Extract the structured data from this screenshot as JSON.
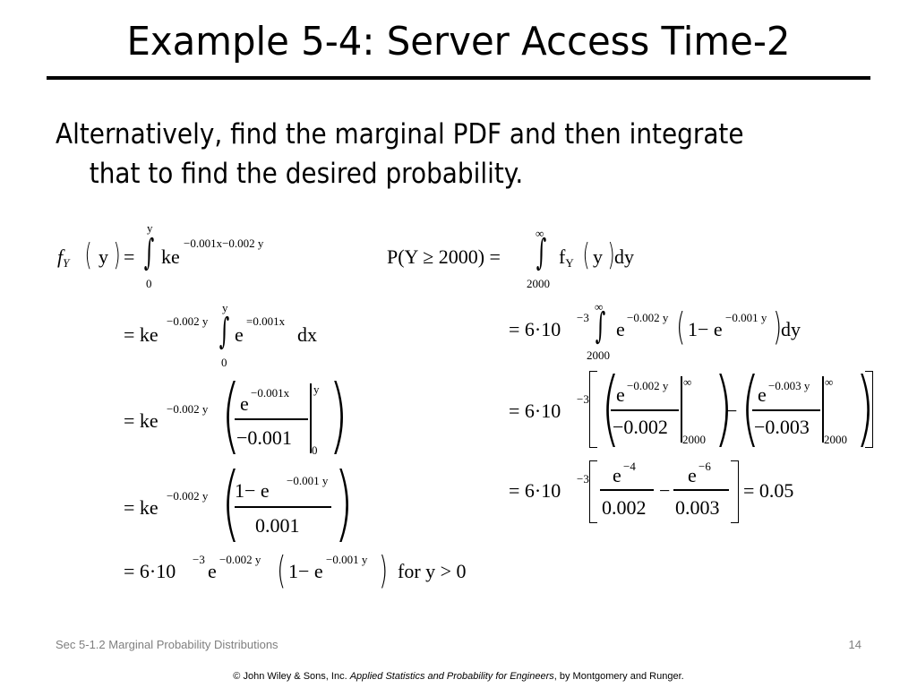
{
  "slide": {
    "title": "Example 5-4: Server Access Time-2",
    "body_line1": "Alternatively, find the marginal PDF and then integrate",
    "body_line2": "that to find the desired probability."
  },
  "left_equations": {
    "eq1": {
      "f": "f",
      "sub_Y": "Y",
      "y": "y",
      "equals": "=",
      "upper": "y",
      "lower": "0",
      "k": "ke",
      "exponent": "−0.001x−0.002 y"
    },
    "eq2": {
      "lhs": "= ke",
      "exp1": "−0.002 y",
      "upper": "y",
      "lower": "0",
      "e": "e",
      "exp2": "=0.001x",
      "dx": "dx"
    },
    "eq3": {
      "lhs": "= ke",
      "exp1": "−0.002 y",
      "num_e": "e",
      "num_exp": "−0.001x",
      "den": "−0.001",
      "upper": "y",
      "lower": "0"
    },
    "eq4": {
      "lhs": "= ke",
      "exp1": "−0.002 y",
      "num_1": "1− e",
      "num_exp": "−0.001 y",
      "den": "0.001"
    },
    "eq5": {
      "lhs": "= 6·10",
      "exp_ten": "−3",
      "e": "e",
      "exp_e": "−0.002 y",
      "paren_1": "1− e",
      "exp_inner": "−0.001 y",
      "tail": "for y > 0"
    }
  },
  "right_equations": {
    "eq1": {
      "lhs": "P(Y ≥ 2000) =",
      "upper": "∞",
      "lower": "2000",
      "f": "f",
      "sub_Y": "Y",
      "y": "y",
      "dy": "dy"
    },
    "eq2": {
      "lhs": "= 6·10",
      "exp_ten": "−3",
      "upper": "∞",
      "lower": "2000",
      "e": "e",
      "exp_e": "−0.002 y",
      "paren_1": "1− e",
      "exp_inner": "−0.001 y",
      "dy": "dy"
    },
    "eq3": {
      "lhs": "= 6·10",
      "exp_ten": "−3",
      "num1_e": "e",
      "num1_exp": "−0.002 y",
      "den1": "−0.002",
      "upper1": "∞",
      "lower1": "2000",
      "minus": "−",
      "num2_e": "e",
      "num2_exp": "−0.003 y",
      "den2": "−0.003",
      "upper2": "∞",
      "lower2": "2000"
    },
    "eq4": {
      "lhs": "= 6·10",
      "exp_ten": "−3",
      "num1_e": "e",
      "num1_exp": "−4",
      "den1": "0.002",
      "minus": "−",
      "num2_e": "e",
      "num2_exp": "−6",
      "den2": "0.003",
      "result": "= 0.05"
    }
  },
  "footer": {
    "section": "Sec 5-1.2 Marginal Probability Distributions",
    "page_number": "14",
    "copyright_prefix": "© John Wiley & Sons, Inc.  ",
    "book_title": "Applied Statistics and Probability for Engineers",
    "copyright_suffix": ", by Montgomery and Runger."
  }
}
